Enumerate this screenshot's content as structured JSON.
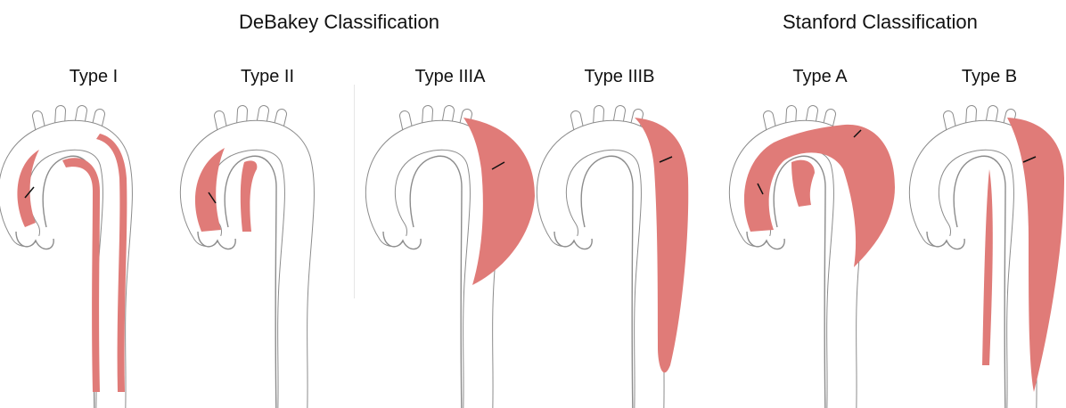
{
  "headings": {
    "debakey": "DeBakey Classification",
    "stanford": "Stanford Classification"
  },
  "types": [
    {
      "label": "Type I"
    },
    {
      "label": "Type II"
    },
    {
      "label": "Type IIIA"
    },
    {
      "label": "Type IIIB"
    },
    {
      "label": "Type A"
    },
    {
      "label": "Type B"
    }
  ],
  "colors": {
    "dissection": "#e07b78",
    "outline": "#8c8c8c",
    "vessel": "#ffffff",
    "arrow": "#111111"
  }
}
